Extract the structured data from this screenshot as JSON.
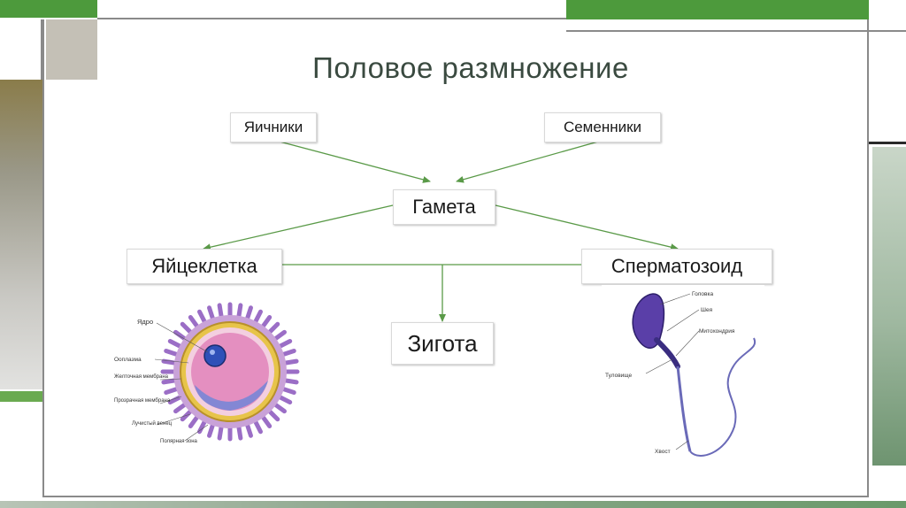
{
  "slide": {
    "title": "Половое размножение"
  },
  "nodes": {
    "ovaries": "Яичники",
    "testes": "Семенники",
    "gamete": "Гамета",
    "egg": "Яйцеклетка",
    "sperm": "Сперматозоид",
    "zygote": "Зигота"
  },
  "egg_labels": [
    "Ядро",
    "Ооплазма",
    "Желточная мембрана",
    "Прозрачная мембрана",
    "Лучистый венец",
    "Полярная зона"
  ],
  "sperm_labels": [
    "Головка",
    "Шея",
    "Митохондрия",
    "Туловище",
    "Хвост"
  ],
  "colors": {
    "accent_green": "#3f8f2f",
    "frame_green": "#4d9a3c",
    "frame_gray": "#7a7a7a",
    "arrow": "#5a9a48"
  }
}
